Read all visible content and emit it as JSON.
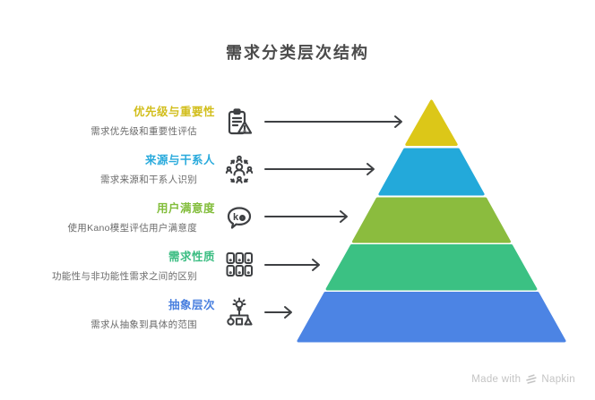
{
  "title": "需求分类层次结构",
  "ink_color": "#3e4043",
  "background_color": "#ffffff",
  "items": [
    {
      "heading": "优先级与重要性",
      "description": "需求优先级和重要性评估",
      "color": "#d2be1c",
      "icon": "clipboard-warning-icon"
    },
    {
      "heading": "来源与干系人",
      "description": "需求来源和干系人识别",
      "color": "#29aadc",
      "icon": "stakeholder-network-icon"
    },
    {
      "heading": "用户满意度",
      "description": "使用Kano模型评估用户满意度",
      "color": "#82bd3b",
      "icon": "kano-speech-bubble-icon",
      "icon_text": "k"
    },
    {
      "heading": "需求性质",
      "description": "功能性与非功能性需求之间的区别",
      "color": "#3bbd82",
      "icon": "requirements-grid-icon"
    },
    {
      "heading": "抽象层次",
      "description": "需求从抽象到具体的范围",
      "color": "#4a80df",
      "icon": "abstraction-tree-icon"
    }
  ],
  "pyramid": {
    "levels": [
      {
        "color": "#dcc718"
      },
      {
        "color": "#23a9da"
      },
      {
        "color": "#8bbc3e"
      },
      {
        "color": "#3bc183"
      },
      {
        "color": "#4c84e4"
      }
    ]
  },
  "watermark": {
    "prefix": "Made with",
    "brand": "Napkin",
    "color": "#c4c4c4"
  }
}
